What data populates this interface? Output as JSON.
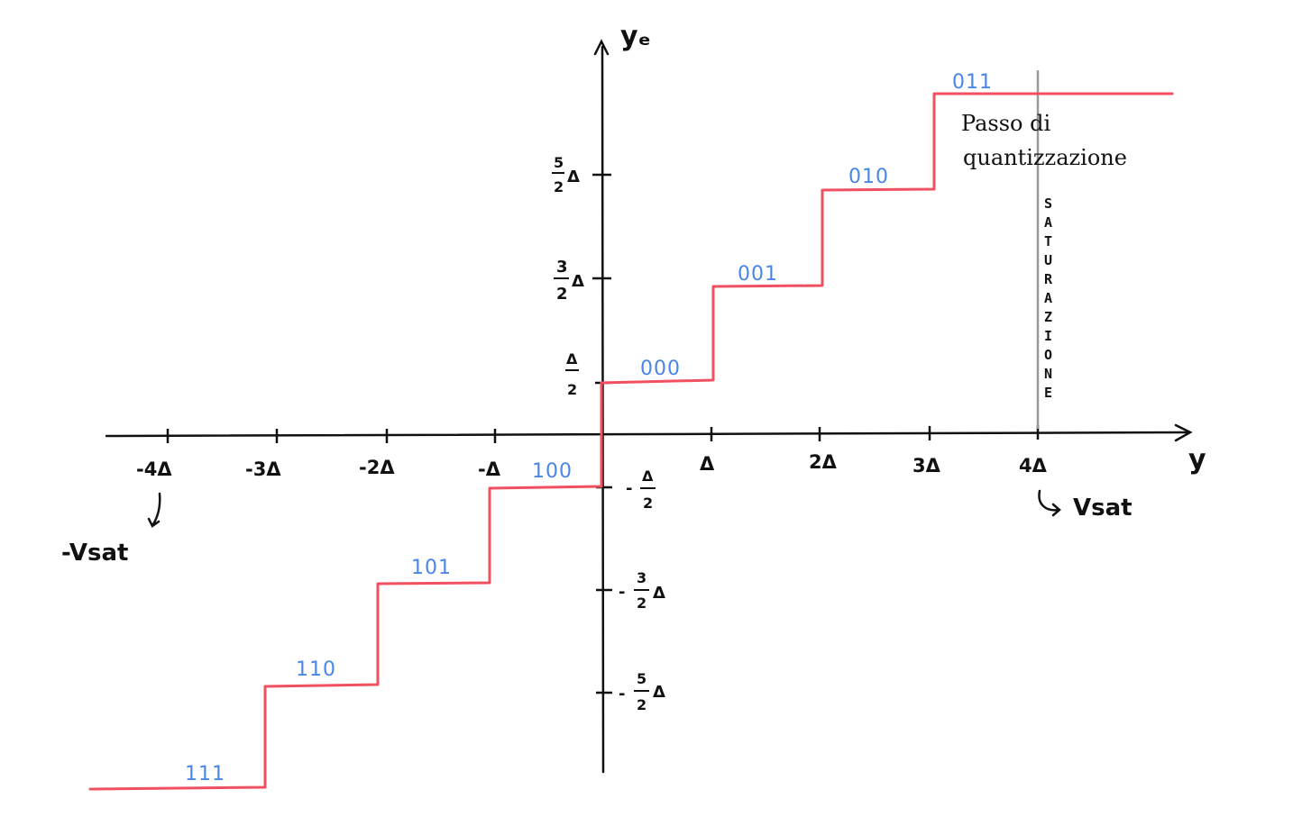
{
  "axes": {
    "x_name": "y",
    "y_name": "yₑ",
    "x_ticks": [
      "-4Δ",
      "-3Δ",
      "-2Δ",
      "-Δ",
      "Δ",
      "2Δ",
      "3Δ",
      "4Δ"
    ],
    "y_ticks_pos": [
      {
        "num": "Δ",
        "den": "2",
        "suffix": ""
      },
      {
        "num": "3",
        "den": "2",
        "suffix": "Δ"
      },
      {
        "num": "5",
        "den": "2",
        "suffix": "Δ"
      }
    ],
    "y_ticks_neg": [
      {
        "num": "Δ",
        "den": "2",
        "suffix": ""
      },
      {
        "num": "3",
        "den": "2",
        "suffix": "Δ"
      },
      {
        "num": "5",
        "den": "2",
        "suffix": "Δ"
      }
    ],
    "neg_sign": "-"
  },
  "codes": [
    "111",
    "110",
    "101",
    "100",
    "000",
    "001",
    "010",
    "011"
  ],
  "annotations": {
    "step_note_line1": "Passo di",
    "step_note_line2": "quantizzazione",
    "saturation_letters": [
      "S",
      "A",
      "T",
      "U",
      "R",
      "A",
      "Z",
      "I",
      "O",
      "N",
      "E"
    ],
    "vsat_pos": "Vsat",
    "vsat_neg": "-Vsat"
  },
  "colors": {
    "staircase": "#f0505f",
    "codes": "#4a86e8",
    "axes": "#111111",
    "saturation_line": "#999999"
  }
}
